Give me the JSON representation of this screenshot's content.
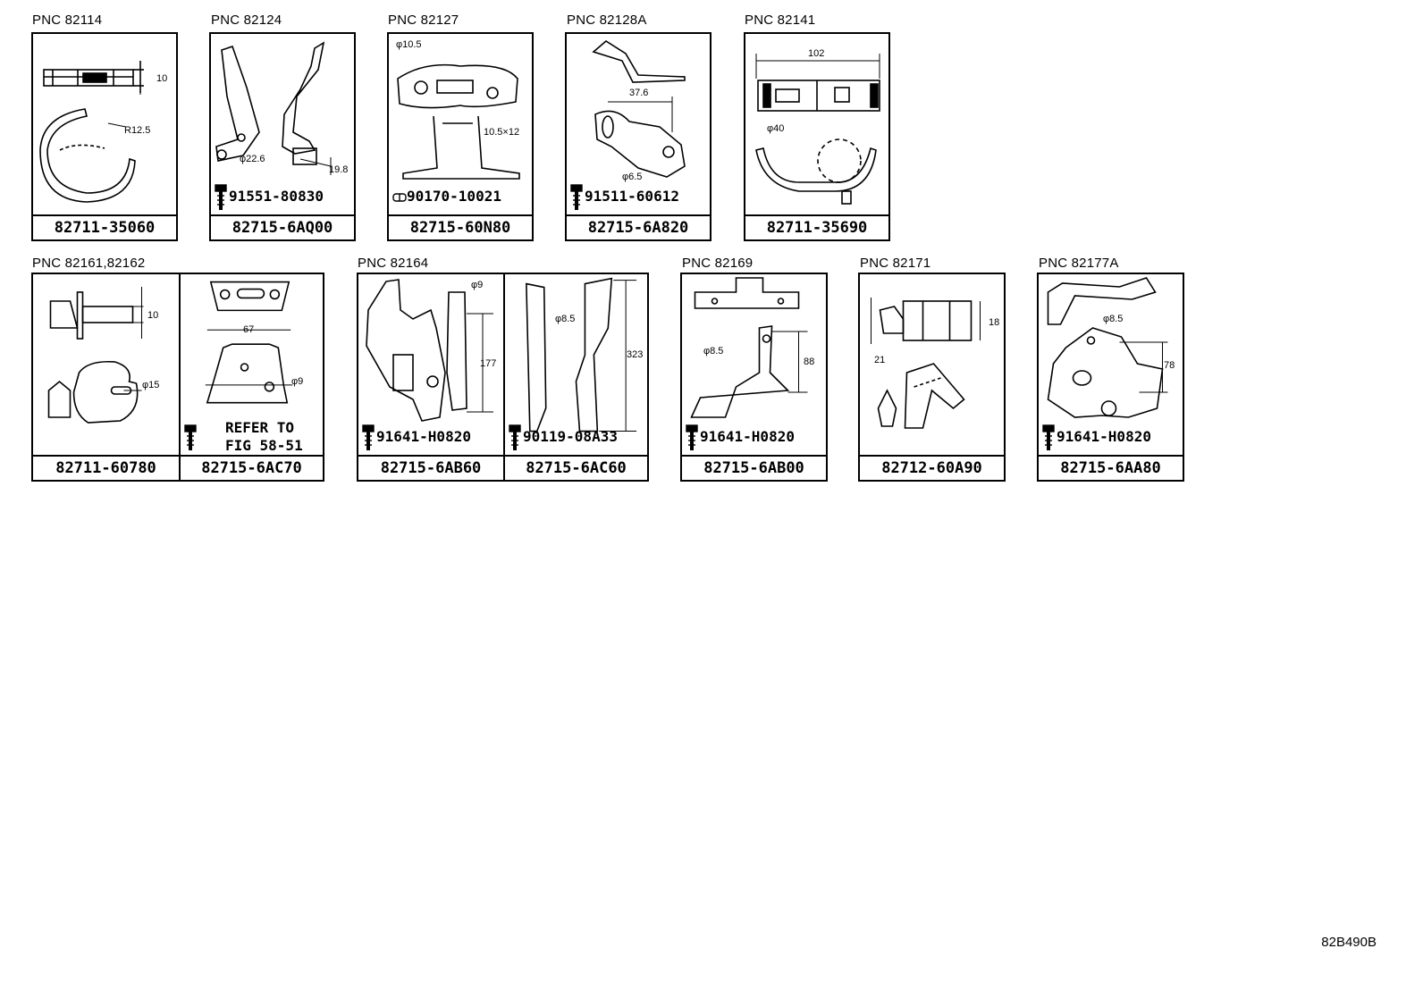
{
  "figure_code": "82B490B",
  "groups": [
    {
      "pnc": "PNC 82114",
      "parts": [
        {
          "part_no": "82711-35060",
          "dims": [
            "10",
            "R12.5"
          ]
        }
      ]
    },
    {
      "pnc": "PNC 82124",
      "parts": [
        {
          "part_no": "82715-6AQ00",
          "bolt": "91551-80830",
          "dims": [
            "φ22.6",
            "19.8"
          ]
        }
      ]
    },
    {
      "pnc": "PNC 82127",
      "parts": [
        {
          "part_no": "82715-60N80",
          "bolt": "90170-10021",
          "dims": [
            "φ10.5",
            "10.5×12"
          ]
        }
      ]
    },
    {
      "pnc": "PNC 82128A",
      "parts": [
        {
          "part_no": "82715-6A820",
          "bolt": "91511-60612",
          "dims": [
            "37.6",
            "φ6.5"
          ]
        }
      ]
    },
    {
      "pnc": "PNC 82141",
      "parts": [
        {
          "part_no": "82711-35690",
          "dims": [
            "102",
            "φ40"
          ]
        }
      ]
    },
    {
      "pnc": "PNC 82161,82162",
      "parts": [
        {
          "part_no": "82711-60780",
          "dims": [
            "10",
            "φ15"
          ]
        },
        {
          "part_no": "82715-6AC70",
          "refer": "REFER TO\nFIG 58-51",
          "dims": [
            "67",
            "φ9"
          ]
        }
      ]
    },
    {
      "pnc": "PNC 82164",
      "parts": [
        {
          "part_no": "82715-6AB60",
          "bolt": "91641-H0820",
          "dims": [
            "φ9",
            "177"
          ]
        },
        {
          "part_no": "82715-6AC60",
          "bolt": "90119-08A33",
          "dims": [
            "φ8.5",
            "323"
          ]
        }
      ]
    },
    {
      "pnc": "PNC 82169",
      "parts": [
        {
          "part_no": "82715-6AB00",
          "bolt": "91641-H0820",
          "dims": [
            "φ8.5",
            "88"
          ]
        }
      ]
    },
    {
      "pnc": "PNC 82171",
      "parts": [
        {
          "part_no": "82712-60A90",
          "dims": [
            "18",
            "21"
          ]
        }
      ]
    },
    {
      "pnc": "PNC 82177A",
      "parts": [
        {
          "part_no": "82715-6AA80",
          "bolt": "91641-H0820",
          "dims": [
            "φ8.5",
            "78"
          ]
        }
      ]
    }
  ]
}
